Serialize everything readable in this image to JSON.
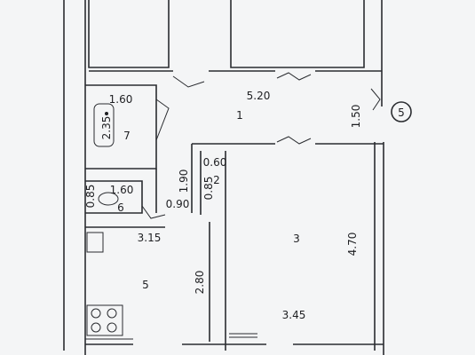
{
  "plan": {
    "rooms": [
      {
        "id": "1",
        "label": "1"
      },
      {
        "id": "2",
        "label": "2"
      },
      {
        "id": "3",
        "label": "3"
      },
      {
        "id": "5",
        "label": "5"
      },
      {
        "id": "6",
        "label": "6"
      },
      {
        "id": "7",
        "label": "7"
      }
    ],
    "dimensions": {
      "bath_width": "1.60",
      "bath_depth": "2.35",
      "corridor_length": "5.20",
      "corridor_width": "1.50",
      "wc_width": "1.60",
      "wc_depth": "0.85",
      "closet_width": "0.60",
      "closet_depth": "0.85",
      "hall_depth": "1.90",
      "hall_door": "0.90",
      "kitchen_width": "3.15",
      "kitchen_depth": "2.80",
      "room3_width": "3.45",
      "room3_depth": "4.70"
    },
    "marker": "5"
  }
}
